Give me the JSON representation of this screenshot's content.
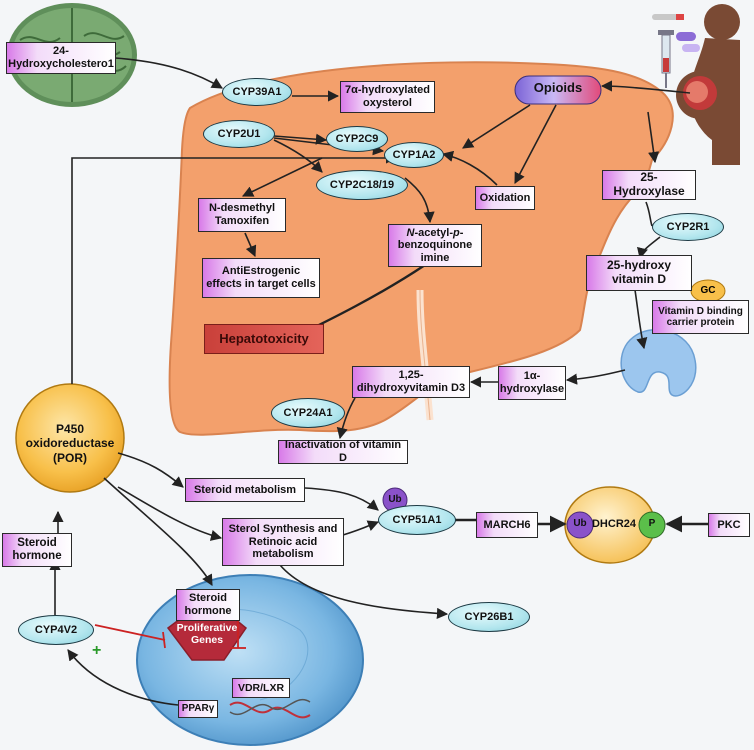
{
  "nodes": {
    "hydroxycholesterol": "24-Hydroxycholestero1",
    "cyp39a1": "CYP39A1",
    "oxysterol": "7α-hydroxylated oxysterol",
    "opioids": "Opioids",
    "cyp2u1": "CYP2U1",
    "cyp2c9": "CYP2C9",
    "cyp1a2": "CYP1A2",
    "cyp2c18": "CYP2C18/19",
    "oxidation": "Oxidation",
    "n_desmethyl_1": "N-desmethyl",
    "n_desmethyl_2": "Tamoxifen",
    "nacetyl_1_a": "N",
    "nacetyl_1_b": "-acetyl-",
    "nacetyl_1_c": "p",
    "nacetyl_1_d": "-",
    "nacetyl_2": "benzoquinone",
    "nacetyl_3": "imine",
    "antiestrogenic": "AntiEstrogenic effects in target cells",
    "hepatotoxicity": "Hepatotoxicity",
    "hydroxylase_25": "25-Hydroxylase",
    "cyp2r1": "CYP2R1",
    "hydroxy_vitd": "25-hydroxy vitamin D",
    "gc": "GC",
    "vitd_binding": "Vitamin D binding carrier protein",
    "one_alpha": "1α-hydroxylase",
    "dihydroxy_vitd3": "1,25-dihydroxyvitamin D3",
    "cyp24a1": "CYP24A1",
    "inactivation": "Inactivation of vitamin D",
    "por": "P450 oxidoreductase (POR)",
    "steroid_metabolism": "Steroid metabolism",
    "sterol_synthesis": "Sterol Synthesis and Retinoic acid metabolism",
    "ub1": "Ub",
    "cyp51a1": "CYP51A1",
    "march6": "MARCH6",
    "ub2": "Ub",
    "dhcr24": "DHCR24",
    "p": "P",
    "pkc": "PKC",
    "steroid_hormone_left": "Steroid hormone",
    "cyp4v2": "CYP4V2",
    "steroid_hormone_cell": "Steroid hormone",
    "proliferative": "Proliferative Genes",
    "vdr_lxr": "VDR/LXR",
    "ppar": "PPARγ",
    "cyp26b1": "CYP26B1",
    "plus": "+"
  },
  "colors": {
    "liver": "#f3a06c",
    "liver_edge": "#d98350",
    "box_accent": "#d87ae8",
    "ellipse": "#b3e6ee",
    "hepatotoxicity": "#d9534f",
    "por": "#f8c04a",
    "inhibit": "#cc2222",
    "plus": "#2a9a2a",
    "ub": "#8a52c9",
    "phospho": "#5bbf4a",
    "nucleus": "#6aaad6"
  },
  "icons": [
    "brain-icon",
    "liver-icon",
    "pregnant-woman-icon",
    "syringe-icon",
    "pills-icon",
    "test-tube-icon",
    "kidney-icon",
    "nucleus-icon",
    "dna-icon"
  ]
}
